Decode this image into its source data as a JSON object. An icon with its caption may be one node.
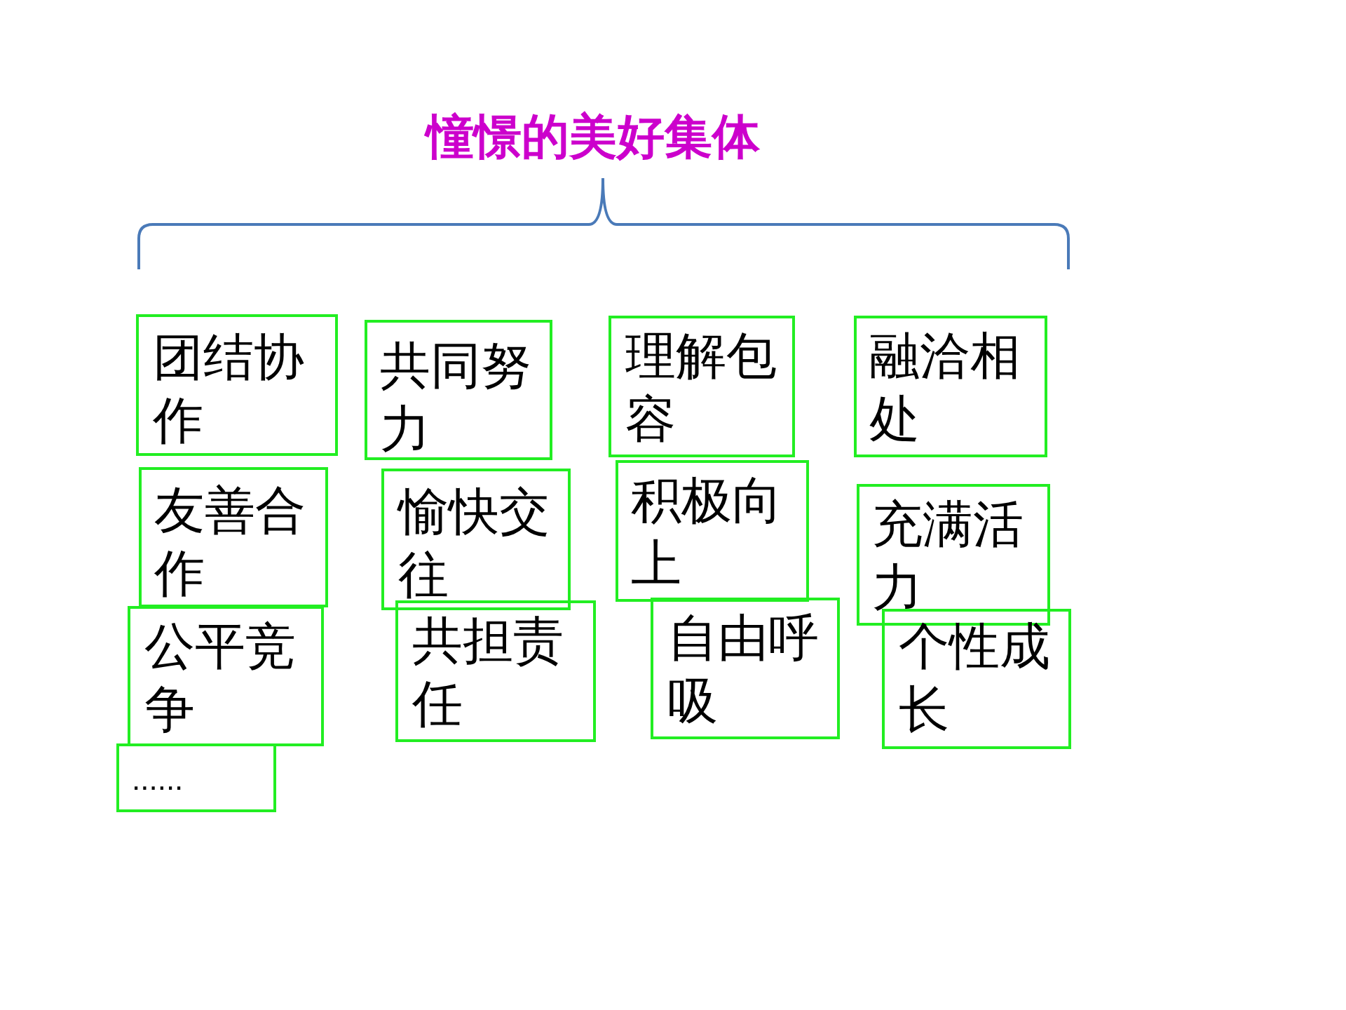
{
  "diagram": {
    "title": "憧憬的美好集体",
    "nodes": [
      {
        "text": [
          "团结协作"
        ]
      },
      {
        "text": [
          "共同努力"
        ]
      },
      {
        "text": [
          "理解包容"
        ]
      },
      {
        "text": [
          "融洽相处"
        ]
      },
      {
        "text": [
          "友善合作"
        ]
      },
      {
        "text": [
          "愉快交往"
        ]
      },
      {
        "text": [
          "积极向上"
        ]
      },
      {
        "text": [
          "充满活力"
        ]
      },
      {
        "text": [
          "公平竞争"
        ]
      },
      {
        "text": [
          "共担责任"
        ]
      },
      {
        "text": [
          "自由呼吸"
        ]
      },
      {
        "text": [
          "个性成长"
        ]
      },
      {
        "text": [
          "......"
        ]
      }
    ]
  }
}
